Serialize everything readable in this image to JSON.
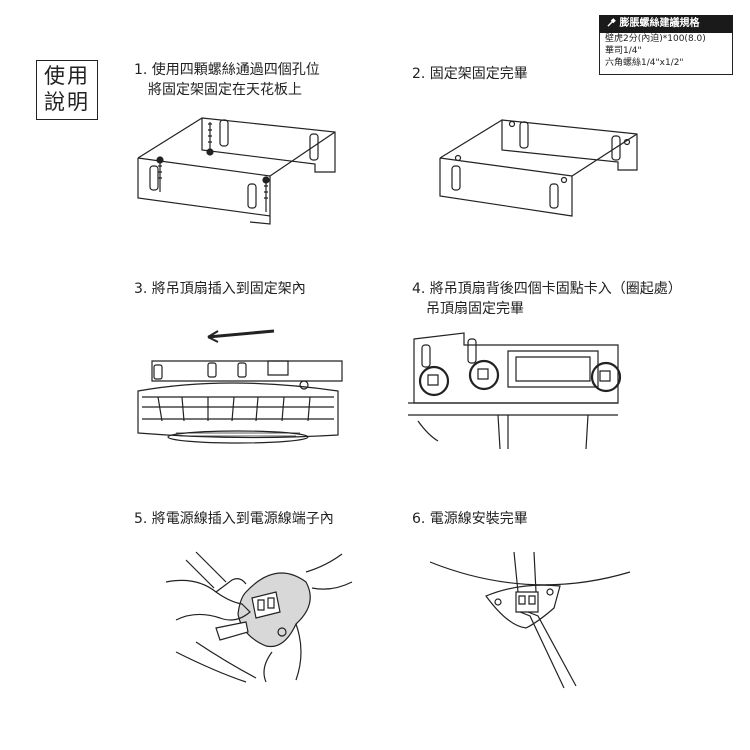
{
  "usage_label": [
    "使用",
    "說明"
  ],
  "spec": {
    "title": "膨脹螺絲建議規格",
    "icon": "screw-icon",
    "lines": [
      "壁虎2分(內迫)*100(8.0)",
      "華司1/4\"",
      "六角螺絲1/4\"x1/2\""
    ]
  },
  "steps": [
    {
      "lines": [
        "1. 使用四顆螺絲通過四個孔位",
        "將固定架固定在天花板上"
      ]
    },
    {
      "lines": [
        "2. 固定架固定完畢"
      ]
    },
    {
      "lines": [
        "3. 將吊頂扇插入到固定架內"
      ]
    },
    {
      "lines": [
        "4. 將吊頂扇背後四個卡固點卡入（圈起處）",
        "吊頂扇固定完畢"
      ]
    },
    {
      "lines": [
        "5. 將電源線插入到電源線端子內"
      ]
    },
    {
      "lines": [
        "6. 電源線安裝完畢"
      ]
    }
  ]
}
